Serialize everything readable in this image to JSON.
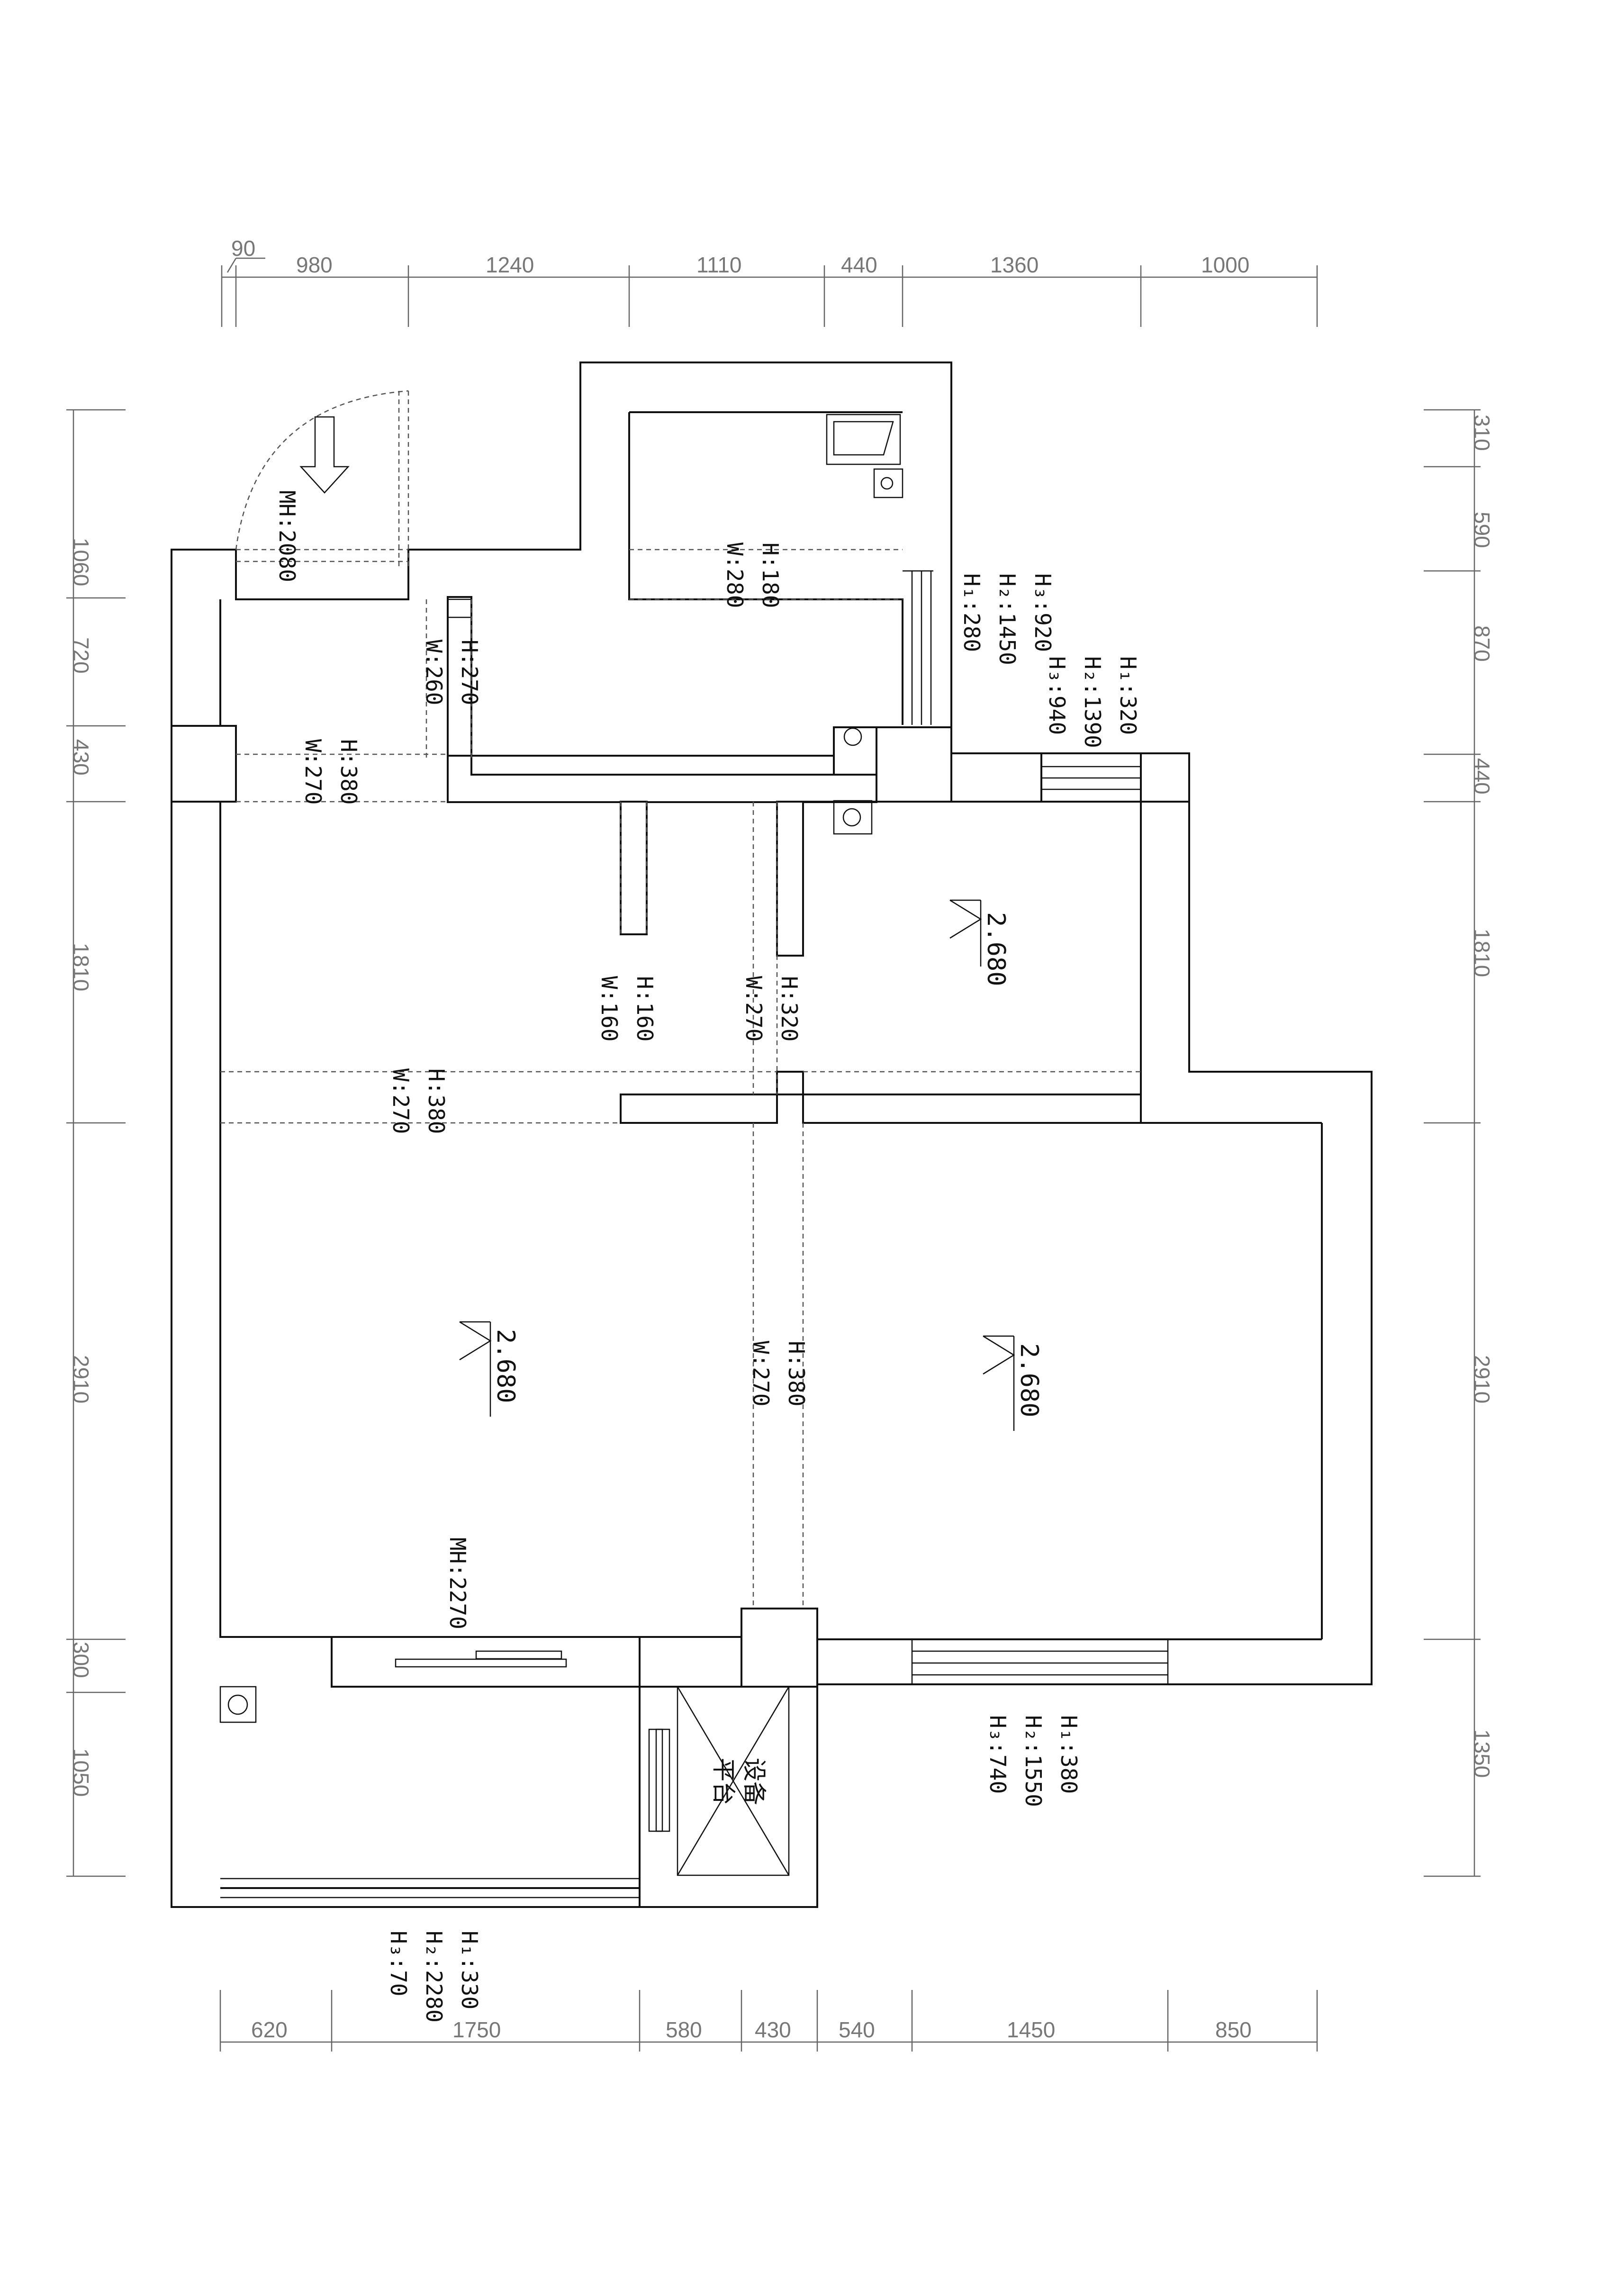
{
  "dimensions": {
    "top": [
      "90",
      "980",
      "1240",
      "1110",
      "440",
      "1360",
      "1000"
    ],
    "bottom": [
      "620",
      "1750",
      "580",
      "430",
      "540",
      "1450",
      "850"
    ],
    "left": [
      "1060",
      "720",
      "430",
      "1810",
      "2910",
      "300",
      "1050"
    ],
    "right": [
      "310",
      "590",
      "870",
      "440",
      "1810",
      "2910",
      "1350"
    ]
  },
  "annotations": {
    "door_height_entry": "MH:2080",
    "door_height_living": "MH:2270",
    "beam_a_h": "H:180",
    "beam_a_w": "W:280",
    "beam_b_h": "H:270",
    "beam_b_w": "W:260",
    "beam_c_h": "H:380",
    "beam_c_w": "W:270",
    "beam_d_h": "H:160",
    "beam_d_w": "W:160",
    "beam_e_h": "H:320",
    "beam_e_w": "W:270",
    "beam_f_h": "H:380",
    "beam_f_w": "W:270",
    "beam_g_h": "H:380",
    "beam_g_w": "W:270",
    "win1_h1": "H₁:280",
    "win1_h2": "H₂:1450",
    "win1_h3": "H₃:920",
    "win2_h1": "H₁:320",
    "win2_h2": "H₂:1390",
    "win2_h3": "H₃:940",
    "win3_h1": "H₁:380",
    "win3_h2": "H₂:1550",
    "win3_h3": "H₃:740",
    "win4_h1": "H₁:330",
    "win4_h2": "H₂:2280",
    "win4_h3": "H₃:70",
    "level_1": "2.680",
    "level_2": "2.680",
    "level_3": "2.680",
    "equipment_line1": "设备",
    "equipment_line2": "平台"
  }
}
